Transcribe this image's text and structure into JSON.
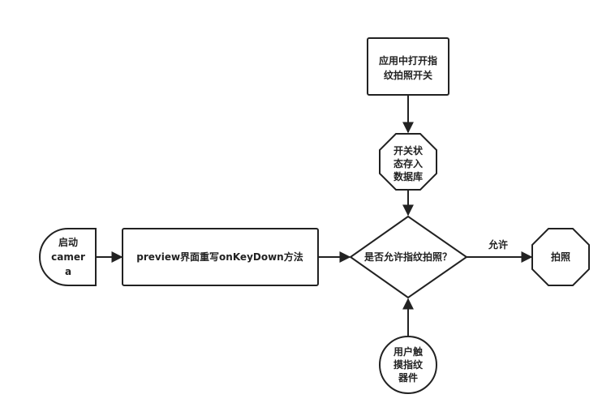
{
  "diagram": {
    "nodes": {
      "start": {
        "lines": [
          "启动",
          "camer",
          "a"
        ]
      },
      "preview": {
        "lines": [
          "preview界面重写onKeyDown方法"
        ]
      },
      "switch": {
        "lines": [
          "应用中打开指",
          "纹拍照开关"
        ]
      },
      "db": {
        "lines": [
          "开关状",
          "态存入",
          "数据库"
        ]
      },
      "decision": {
        "lines": [
          "是否允许指纹拍照？"
        ]
      },
      "touch": {
        "lines": [
          "用户触",
          "摸指纹",
          "器件"
        ]
      },
      "photo": {
        "lines": [
          "拍照"
        ]
      }
    },
    "edges": {
      "allow_label": "允许"
    }
  }
}
